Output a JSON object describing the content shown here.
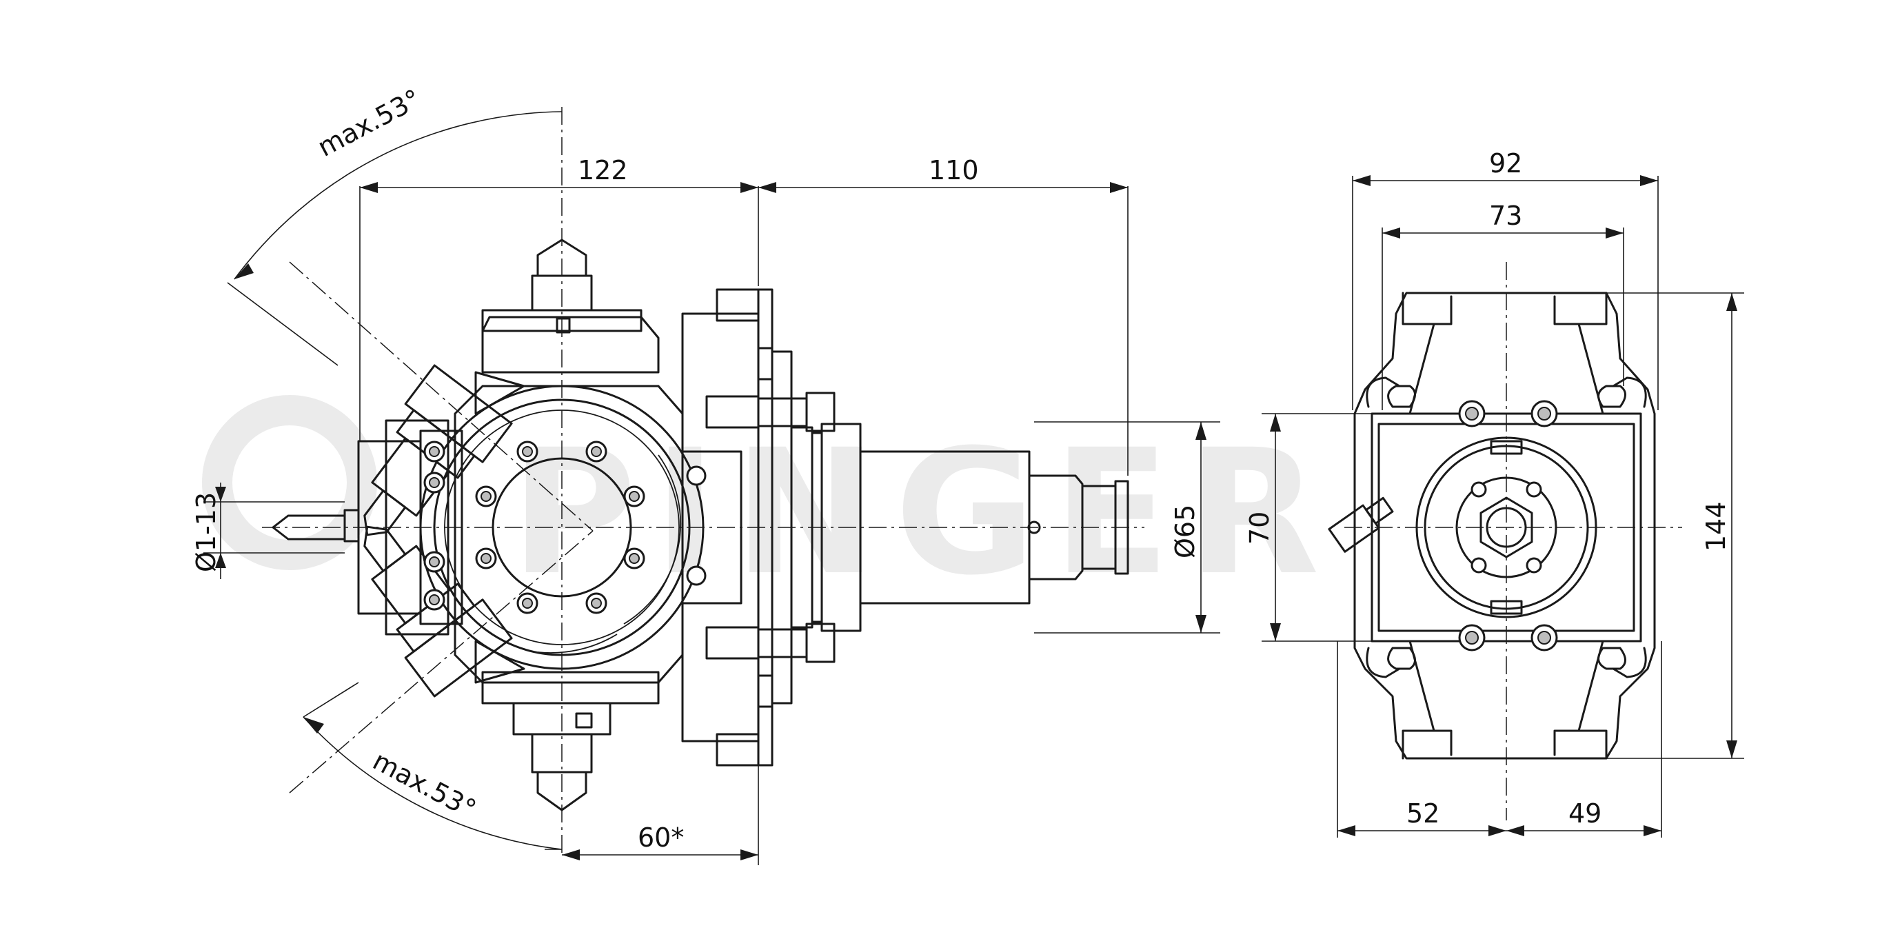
{
  "watermark": "PINGER",
  "dimensions": {
    "overall_left": "122",
    "shank_length": "110",
    "angle_top": "max.53°",
    "angle_bottom": "max.53°",
    "clamp_range": "Ø1-13",
    "shank_diameter": "Ø65",
    "offset": "60*",
    "side_width": "92",
    "side_bolt_spacing": "73",
    "side_height": "70",
    "side_total_height": "144",
    "side_left": "52",
    "side_right": "49"
  }
}
